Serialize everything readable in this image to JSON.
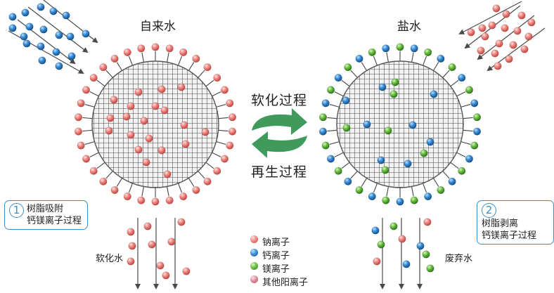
{
  "titles": {
    "left": "自来水",
    "right": "盐水"
  },
  "process": {
    "softening": "软化过程",
    "regeneration": "再生过程"
  },
  "steps": [
    {
      "num": "1",
      "line1": "树脂吸附",
      "line2": "钙镁离子过程"
    },
    {
      "num": "2",
      "line1": "树脂剥离",
      "line2": "钙镁离子过程"
    }
  ],
  "flows": {
    "softened": "软化水",
    "waste": "废弃水"
  },
  "legend": [
    {
      "label": "钠离子",
      "color": "#e8706c"
    },
    {
      "label": "钙离子",
      "color": "#2f86d2"
    },
    {
      "label": "镁离子",
      "color": "#5fb83a"
    },
    {
      "label": "其他阳离子",
      "color": "#d98a98"
    }
  ],
  "colors": {
    "arrow_green": "#3f9a5c",
    "box_blue": "#3a8fcc",
    "mesh": "#555555"
  }
}
